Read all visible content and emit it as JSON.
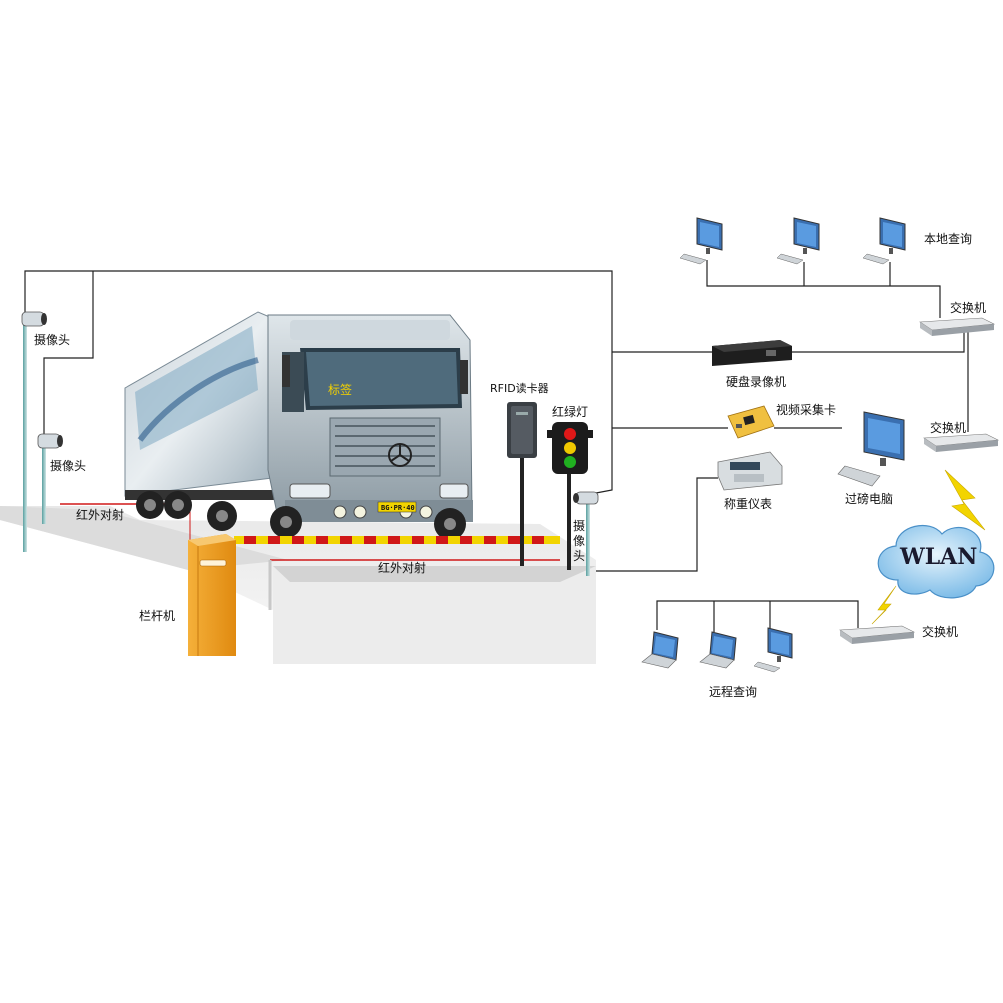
{
  "labels": {
    "camera_left_top": "摄像头",
    "camera_left_mid": "摄像头",
    "camera_right": "摄像头",
    "infrared_left": "红外对射",
    "infrared_front": "红外对射",
    "barrier": "栏杆机",
    "tag": "标签",
    "rfid_reader": "RFID读卡器",
    "traffic_light": "红绿灯",
    "dvr": "硬盘录像机",
    "capture_card": "视频采集卡",
    "weighing_indicator": "称重仪表",
    "weighing_pc": "过磅电脑",
    "local_query": "本地查询",
    "switch_top": "交换机",
    "switch_mid": "交换机",
    "switch_bottom": "交换机",
    "remote_query": "远程查询",
    "wlan": "WLAN",
    "plate": "BG·PR·40"
  },
  "colors": {
    "line": "#222222",
    "infrared_beam": "#d01818",
    "barrier_orange": "#f2a020",
    "lightning": "#f2d400",
    "cloud": "#8ec8f0"
  },
  "icons": {
    "camera": "cctv-camera-icon",
    "desktop": "desktop-computer-icon",
    "laptop": "laptop-icon",
    "switch": "network-switch-icon",
    "dvr": "dvr-recorder-icon",
    "traffic_light": "traffic-light-icon",
    "rfid": "rfid-reader-icon",
    "truck": "truck-icon"
  }
}
